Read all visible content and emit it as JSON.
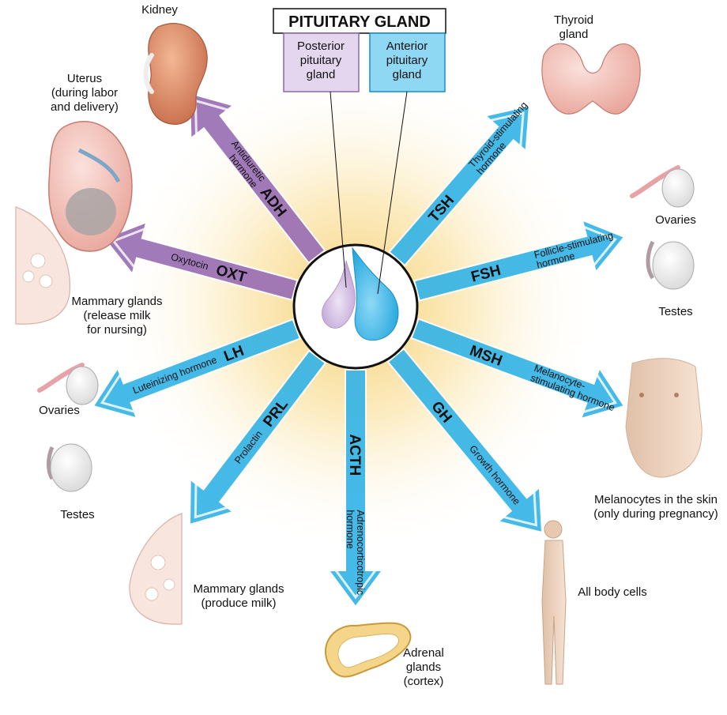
{
  "title": "PITUITARY GLAND",
  "posterior_label": [
    "Posterior",
    "pituitary",
    "gland"
  ],
  "anterior_label": [
    "Anterior",
    "pituitary",
    "gland"
  ],
  "colors": {
    "posterior": "#9a6fb4",
    "anterior": "#36b4e6",
    "glow": "#f7d680"
  },
  "hormones": [
    {
      "abbr": "ADH",
      "name": [
        "Antidiuretic",
        "hormone"
      ],
      "lobe": "posterior"
    },
    {
      "abbr": "OXT",
      "name": [
        "Oxytocin"
      ],
      "lobe": "posterior"
    },
    {
      "abbr": "TSH",
      "name": [
        "Thyroid-stimulating",
        "hormone"
      ],
      "lobe": "anterior"
    },
    {
      "abbr": "FSH",
      "name": [
        "Follicle-stimulating",
        "hormone"
      ],
      "lobe": "anterior"
    },
    {
      "abbr": "MSH",
      "name": [
        "Melanocyte-",
        "stimulating hormone"
      ],
      "lobe": "anterior"
    },
    {
      "abbr": "GH",
      "name": [
        "Growth hormone"
      ],
      "lobe": "anterior"
    },
    {
      "abbr": "ACTH",
      "name": [
        "Adrenocorticotropic",
        "hormone"
      ],
      "lobe": "anterior"
    },
    {
      "abbr": "PRL",
      "name": [
        "Prolactin"
      ],
      "lobe": "anterior"
    },
    {
      "abbr": "LH",
      "name": [
        "Luteinizing hormone"
      ],
      "lobe": "anterior"
    }
  ],
  "targets": {
    "kidney": [
      "Kidney"
    ],
    "uterus": [
      "Uterus",
      "(during labor",
      "and delivery)"
    ],
    "mammary_release": [
      "Mammary glands",
      "(release milk",
      "for nursing)"
    ],
    "thyroid": [
      "Thyroid",
      "gland"
    ],
    "ovaries_right": [
      "Ovaries"
    ],
    "testes_right": [
      "Testes"
    ],
    "melanocytes": [
      "Melanocytes in the skin",
      "(only during pregnancy)"
    ],
    "all_cells": [
      "All body cells"
    ],
    "adrenal": [
      "Adrenal",
      "glands",
      "(cortex)"
    ],
    "mammary_produce": [
      "Mammary glands",
      "(produce milk)"
    ],
    "ovaries_left": [
      "Ovaries"
    ],
    "testes_left": [
      "Testes"
    ]
  }
}
